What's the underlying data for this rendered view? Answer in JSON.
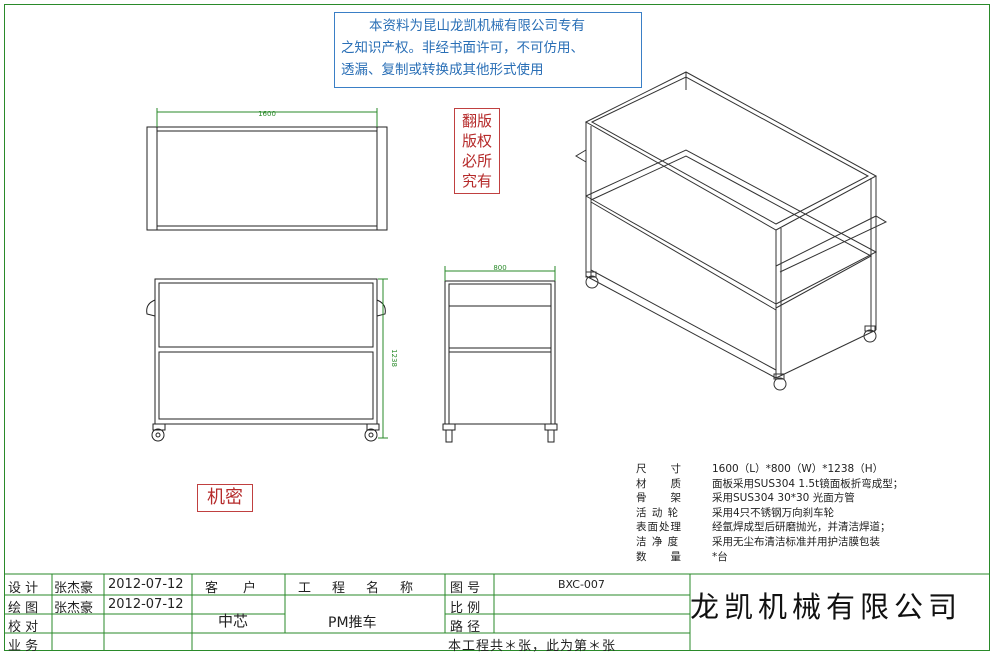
{
  "notice": {
    "line1": "本资料为昆山龙凯机械有限公司专有",
    "line2": "之知识产权。非经书面许可，不可仿用、",
    "line3": "透漏、复制或转换成其他形式使用"
  },
  "stamp": {
    "line1": "翻版",
    "line2": "版权",
    "line3": "必所",
    "line4": "究有"
  },
  "secret_stamp": "机密",
  "dimensions": {
    "top_width": "1600",
    "side_width": "800",
    "height": "1238"
  },
  "specs": [
    {
      "key": "尺　　寸",
      "value": "1600（L）*800（W）*1238（H）"
    },
    {
      "key": "材　　质",
      "value": "面板采用SUS304 1.5t镜面板折弯成型；"
    },
    {
      "key": "骨　　架",
      "value": "采用SUS304 30*30 光面方管"
    },
    {
      "key": "活 动 轮",
      "value": "采用4只不锈钢万向刹车轮"
    },
    {
      "key": "表面处理",
      "value": "经氩焊成型后研磨抛光，并清洁焊道；"
    },
    {
      "key": "洁 净 度",
      "value": "采用无尘布清洁标准并用护洁膜包装"
    },
    {
      "key": "数　　量",
      "value": "*台"
    }
  ],
  "title_block": {
    "designer_label": "设 计",
    "designer_name": "张杰豪",
    "designer_date": "2012-07-12",
    "drafter_label": "绘 图",
    "drafter_name": "张杰豪",
    "drafter_date": "2012-07-12",
    "checker_label": "校 对",
    "business_label": "业 务",
    "customer_label": "客　户",
    "customer_value": "中芯",
    "project_label": "工　程　名　称",
    "project_value": "PM推车",
    "drawing_no_label": "图 号",
    "drawing_no_value": "BXC-007",
    "scale_label": "比 例",
    "path_label": "路 径",
    "sheet_text": "本工程共＊张，此为第＊张",
    "company": "龙凯机械有限公司"
  }
}
